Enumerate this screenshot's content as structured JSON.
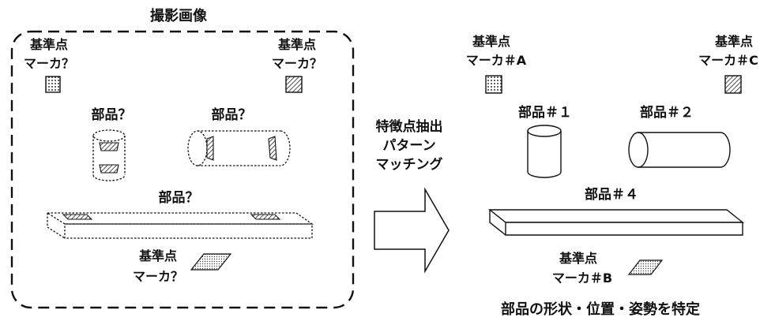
{
  "left_panel": {
    "title": "撮影画像",
    "marker_top_left": {
      "line1": "基準点",
      "line2": "マーカ？"
    },
    "marker_top_right": {
      "line1": "基準点",
      "line2": "マーカ？"
    },
    "marker_bottom": {
      "line1": "基準点",
      "line2": "マーカ？"
    },
    "part_cylinder_vertical": "部品？",
    "part_cylinder_horizontal": "部品？",
    "part_plate": "部品？"
  },
  "process": {
    "line1": "特徴点抽出",
    "line2": "パターン",
    "line3": "マッチング"
  },
  "right_panel": {
    "marker_a": {
      "line1": "基準点",
      "line2": "マーカ＃A"
    },
    "marker_c": {
      "line1": "基準点",
      "line2": "マーカ＃C"
    },
    "marker_b": {
      "line1": "基準点",
      "line2": "マーカ＃B"
    },
    "part_1": "部品＃１",
    "part_2": "部品＃２",
    "part_4": "部品＃４",
    "result_caption": "部品の形状・位置・姿勢を特定"
  }
}
